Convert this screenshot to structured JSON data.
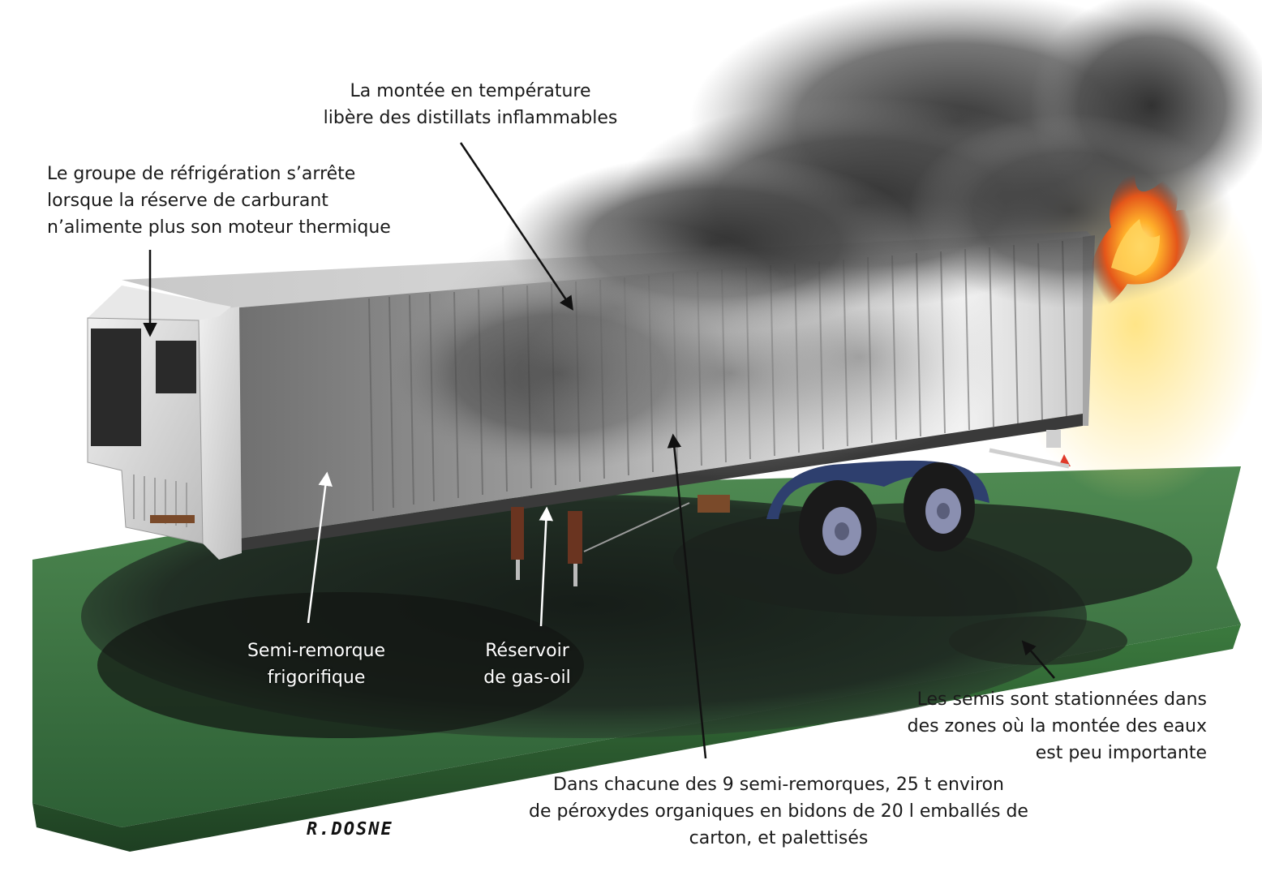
{
  "labels": {
    "distillates": "La montée en température\nlibère des distillats inflammables",
    "refrigeration": "Le groupe de réfrigération s’arrête\nlorsque la réserve de carburant\nn’alimente plus son moteur thermique",
    "semi_trailer": "Semi-remorque\nfrigorifique",
    "tank": "Réservoir\nde gas-oil",
    "flood": "Les semis sont stationnées dans\ndes  zones où la montée des eaux\nest peu importante",
    "cargo": "Dans chacune des 9 semi-remorques,  25 t environ\nde péroxydes organiques en bidons de 20 l emballés de\ncarton, et palettisés"
  },
  "signature": "R.DOSNE",
  "colors": {
    "grass": "#3f7a45",
    "water": "#1a1f1c",
    "trailer_light": "#e2e2e2",
    "trailer_dark": "#7d7d7d",
    "fire": "#f07a1a",
    "smoke": "#3d3d3d",
    "wheel_fender": "#2e3f6e"
  }
}
